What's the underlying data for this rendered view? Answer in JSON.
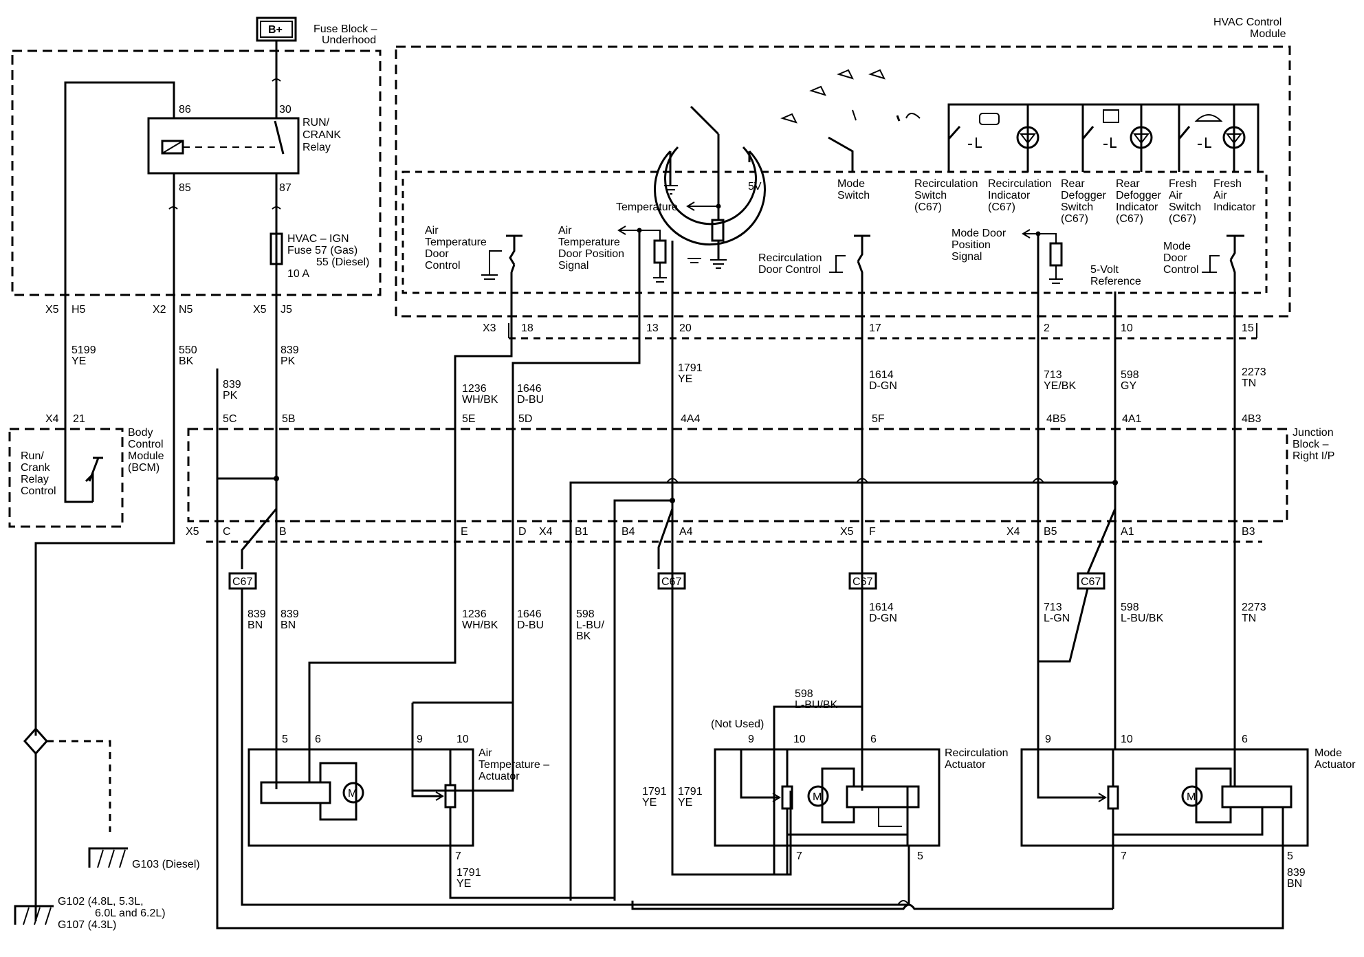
{
  "labels": {
    "bplus": "B+",
    "fuse_block": [
      "Fuse Block –",
      "Underhood"
    ],
    "hvac_module": [
      "HVAC Control",
      "Module"
    ],
    "run_crank_relay": [
      "RUN/",
      "CRANK",
      "Relay"
    ],
    "relay_pin86": "86",
    "relay_pin30": "30",
    "relay_pin85": "85",
    "relay_pin87": "87",
    "hvac_fuse": [
      "HVAC – IGN",
      "Fuse 57 (Gas)",
      "55 (Diesel)",
      "10 A"
    ],
    "bcm": [
      "Body",
      "Control",
      "Module",
      "(BCM)"
    ],
    "bcm_inner": [
      "Run/",
      "Crank",
      "Relay",
      "Control"
    ],
    "junction_block": [
      "Junction",
      "Block –",
      "Right I/P"
    ],
    "air_temp_actuator": [
      "Air",
      "Temperature –",
      "Actuator"
    ],
    "recirc_actuator": [
      "Recirculation",
      "Actuator"
    ],
    "mode_actuator": [
      "Mode",
      "Actuator"
    ],
    "g103": "G103 (Diesel)",
    "g102": [
      "G102 (4.8L, 5.3L,",
      "6.0L and 6.2L)",
      "G107 (4.3L)"
    ],
    "temperature": "Temperature",
    "five_v": "5V",
    "mode_switch": [
      "Mode",
      "Switch"
    ],
    "recirc_switch": [
      "Recirculation",
      "Switch",
      "(C67)"
    ],
    "recirc_indicator": [
      "Recirculation",
      "Indicator",
      "(C67)"
    ],
    "rear_defog_switch": [
      "Rear",
      "Defogger",
      "Switch",
      "(C67)"
    ],
    "rear_defog_indicator": [
      "Rear",
      "Defogger",
      "Indicator",
      "(C67)"
    ],
    "fresh_air_switch": [
      "Fresh",
      "Air",
      "Switch",
      "(C67)"
    ],
    "fresh_air_indicator": [
      "Fresh",
      "Air",
      "Indicator"
    ],
    "air_temp_door_control": [
      "Air",
      "Temperature",
      "Door",
      "Control"
    ],
    "air_temp_door_pos": [
      "Air",
      "Temperature",
      "Door Position",
      "Signal"
    ],
    "recirc_door_control": [
      "Recirculation",
      "Door Control"
    ],
    "mode_door_pos": [
      "Mode Door",
      "Position",
      "Signal"
    ],
    "five_volt_ref": [
      "5-Volt",
      "Reference"
    ],
    "mode_door_control": [
      "Mode",
      "Door",
      "Control"
    ],
    "not_used": "(Not Used)",
    "c67": "C67",
    "motor": "M"
  },
  "connectors": {
    "x5": "X5",
    "x2": "X2",
    "x4": "X4",
    "x3": "X3",
    "h5": "H5",
    "n5": "N5",
    "j5": "J5",
    "pin21": "21",
    "p18": "18",
    "p13": "13",
    "p20": "20",
    "p17": "17",
    "p2": "2",
    "p10": "10",
    "p15": "15",
    "j5c": "5C",
    "j5b": "5B",
    "j5e": "5E",
    "j5d": "5D",
    "j4a4": "4A4",
    "j5f": "5F",
    "j4b5": "4B5",
    "j4a1": "4A1",
    "j4b3": "4B3",
    "c": "C",
    "b": "B",
    "e": "E",
    "d": "D",
    "b1": "B1",
    "b4": "B4",
    "a4": "A4",
    "f": "F",
    "b5": "B5",
    "a1": "A1",
    "b3": "B3",
    "a5": "5",
    "a6": "6",
    "a9": "9",
    "a10": "10",
    "a7": "7",
    "r9": "9",
    "r10": "10",
    "r6": "6",
    "r7": "7",
    "r5": "5",
    "m9": "9",
    "m10": "10",
    "m6": "6",
    "m7": "7",
    "m5": "5"
  },
  "wires": {
    "w5199": [
      "5199",
      "YE"
    ],
    "w550": [
      "550",
      "BK"
    ],
    "w839_pk": [
      "839",
      "PK"
    ],
    "w839_pk2": [
      "839",
      "PK"
    ],
    "w1236": [
      "1236",
      "WH/BK"
    ],
    "w1646": [
      "1646",
      "D-BU"
    ],
    "w1791": [
      "1791",
      "YE"
    ],
    "w1614": [
      "1614",
      "D-GN"
    ],
    "w713": [
      "713",
      "YE/BK"
    ],
    "w598": [
      "598",
      "GY"
    ],
    "w2273": [
      "2273",
      "TN"
    ],
    "w839_bn_a": [
      "839",
      "BN"
    ],
    "w839_bn_b": [
      "839",
      "BN"
    ],
    "w1236b": [
      "1236",
      "WH/BK"
    ],
    "w1646b": [
      "1646",
      "D-BU"
    ],
    "w598b": [
      "598",
      "L-BU/",
      "BK"
    ],
    "w1614b": [
      "1614",
      "D-GN"
    ],
    "w713b": [
      "713",
      "L-GN"
    ],
    "w598c": [
      "598",
      "L-BU/BK"
    ],
    "w2273b": [
      "2273",
      "TN"
    ],
    "w598d": [
      "598",
      "L-BU/BK"
    ],
    "w1791b": [
      "1791",
      "YE"
    ],
    "w1791c": [
      "1791",
      "YE"
    ],
    "w1791d": [
      "1791",
      "YE"
    ],
    "w839_bn_c": [
      "839",
      "BN"
    ]
  },
  "icons": [
    "bplus-box",
    "relay-coil-icon",
    "fuse-icon",
    "motor-icon",
    "led-indicator-icon",
    "ground-icon",
    "splice-icon",
    "potentiometer-icon"
  ]
}
